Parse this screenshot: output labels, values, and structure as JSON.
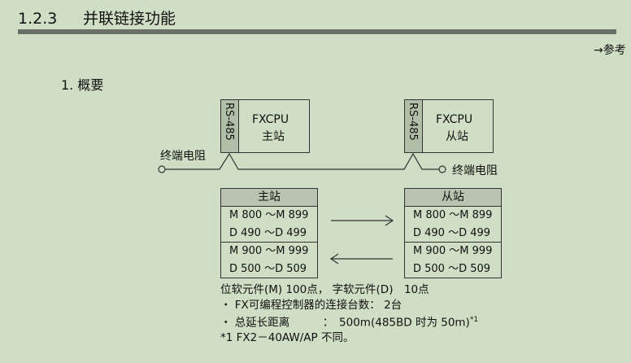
{
  "header": {
    "section_number": "1.2.3",
    "title": "并联链接功能",
    "reference": "→参考"
  },
  "section": {
    "label": "1. 概要"
  },
  "diagram": {
    "master": {
      "port": "RS-485",
      "cpu": "FXCPU",
      "role": "主站",
      "terminator": "终端电阻"
    },
    "slave": {
      "port": "RS-485",
      "cpu": "FXCPU",
      "role": "从站",
      "terminator": "终端电阻"
    },
    "master_table": {
      "header": "主站",
      "groups": [
        [
          "M 800 ～M 899",
          "D 490 ～D 499"
        ],
        [
          "M 900 ～M 999",
          "D 500 ～D 509"
        ]
      ]
    },
    "slave_table": {
      "header": "从站",
      "groups": [
        [
          "M 800 ～M 899",
          "D 490 ～D 499"
        ],
        [
          "M 900 ～M 999",
          "D 500 ～D 509"
        ]
      ]
    }
  },
  "notes": {
    "line1": "位软元件(M) 100点， 字软元件(D)　10点",
    "line2": "・ FX可编程控制器的连接台数： 2台",
    "line3": "・ 总延长距离　　　：　500m(485BD 时为 50m)",
    "line3_sup": "*1",
    "line4": "*1 FX2－40AW/AP 不同。"
  }
}
